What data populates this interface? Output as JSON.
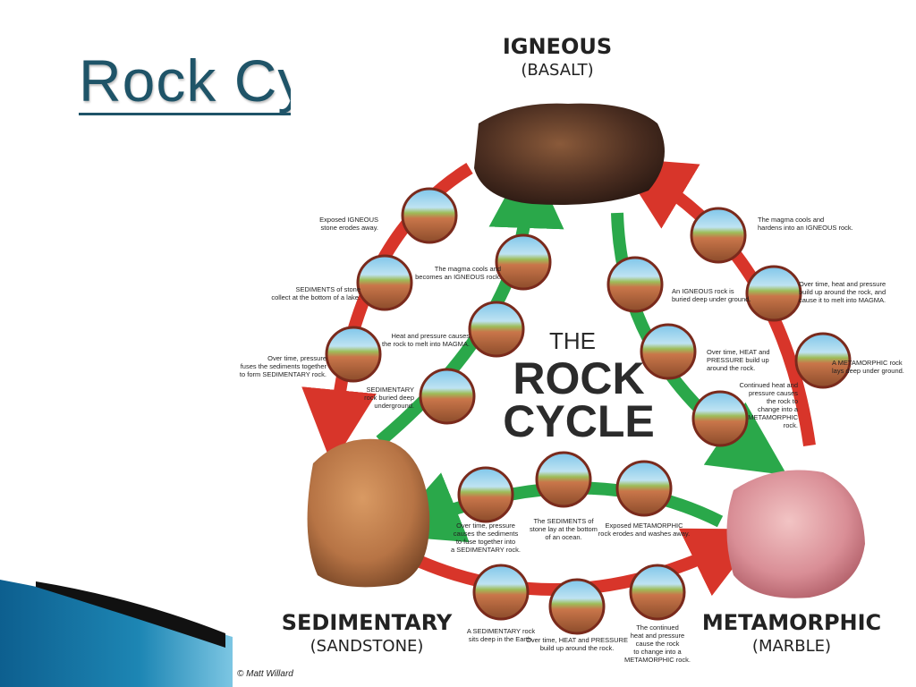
{
  "slide": {
    "title": "Rock Cycle",
    "colors": {
      "title": "#1f5468",
      "accent_teal": "#1d86b4",
      "accent_dark": "#111111"
    }
  },
  "diagram": {
    "center_title": [
      "THE",
      "ROCK",
      "CYCLE"
    ],
    "colors": {
      "red_arrow": "#d8352a",
      "green_arrow": "#2aa84a",
      "igneous": "#4a2d20",
      "sedimentary": "#b77445",
      "metamorphic": "#d98e96"
    },
    "rocks": {
      "igneous": {
        "name": "IGNEOUS",
        "sub": "(BASALT)"
      },
      "sedimentary": {
        "name": "SEDIMENTARY",
        "sub": "(SANDSTONE)"
      },
      "metamorphic": {
        "name": "METAMORPHIC",
        "sub": "(MARBLE)"
      }
    },
    "captions": {
      "l1": [
        "Exposed IGNEOUS",
        "stone erodes away."
      ],
      "l2": [
        "SEDIMENTS of stone",
        "collect at the bottom of a lake."
      ],
      "l3": [
        "Over time, pressure",
        "fuses the sediments together",
        "to form SEDIMENTARY rock."
      ],
      "m1": [
        "The magma cools and",
        "becomes an IGNEOUS rock."
      ],
      "m2": [
        "Heat and pressure causes",
        "the rock to melt into MAGMA."
      ],
      "m3": [
        "SEDIMENTARY",
        "rock buried deep",
        "underground."
      ],
      "n1": [
        "An IGNEOUS rock is",
        "buried deep under ground."
      ],
      "n2": [
        "Over time, HEAT and",
        "PRESSURE build up",
        "around the rock."
      ],
      "n3": [
        "Continued heat and",
        "pressure causes",
        "the rock to",
        "change into a",
        "METAMORPHIC",
        "rock."
      ],
      "r1": [
        "The magma cools and",
        "hardens into an IGNEOUS rock."
      ],
      "r2": [
        "Over time, heat and pressure",
        "build up around the rock, and",
        "cause it to melt into MAGMA."
      ],
      "r3": [
        "A METAMORPHIC rock",
        "lays deep under ground."
      ],
      "t1": [
        "Over time, pressure",
        "causes the sediments",
        "to fuse together into",
        "a SEDIMENTARY rock."
      ],
      "t2": [
        "The SEDIMENTS of",
        "stone lay at the bottom",
        "of an ocean."
      ],
      "t3": [
        "Exposed METAMORPHIC",
        "rock erodes and washes away."
      ],
      "b1": [
        "A SEDIMENTARY rock",
        "sits deep in the Earth."
      ],
      "b2": [
        "Over time, HEAT and PRESSURE",
        "build up around the rock."
      ],
      "b3": [
        "The continued",
        "heat and pressure",
        "cause the rock",
        "to change into a",
        "METAMORPHIC rock."
      ]
    },
    "credit": "© Matt Willard"
  }
}
